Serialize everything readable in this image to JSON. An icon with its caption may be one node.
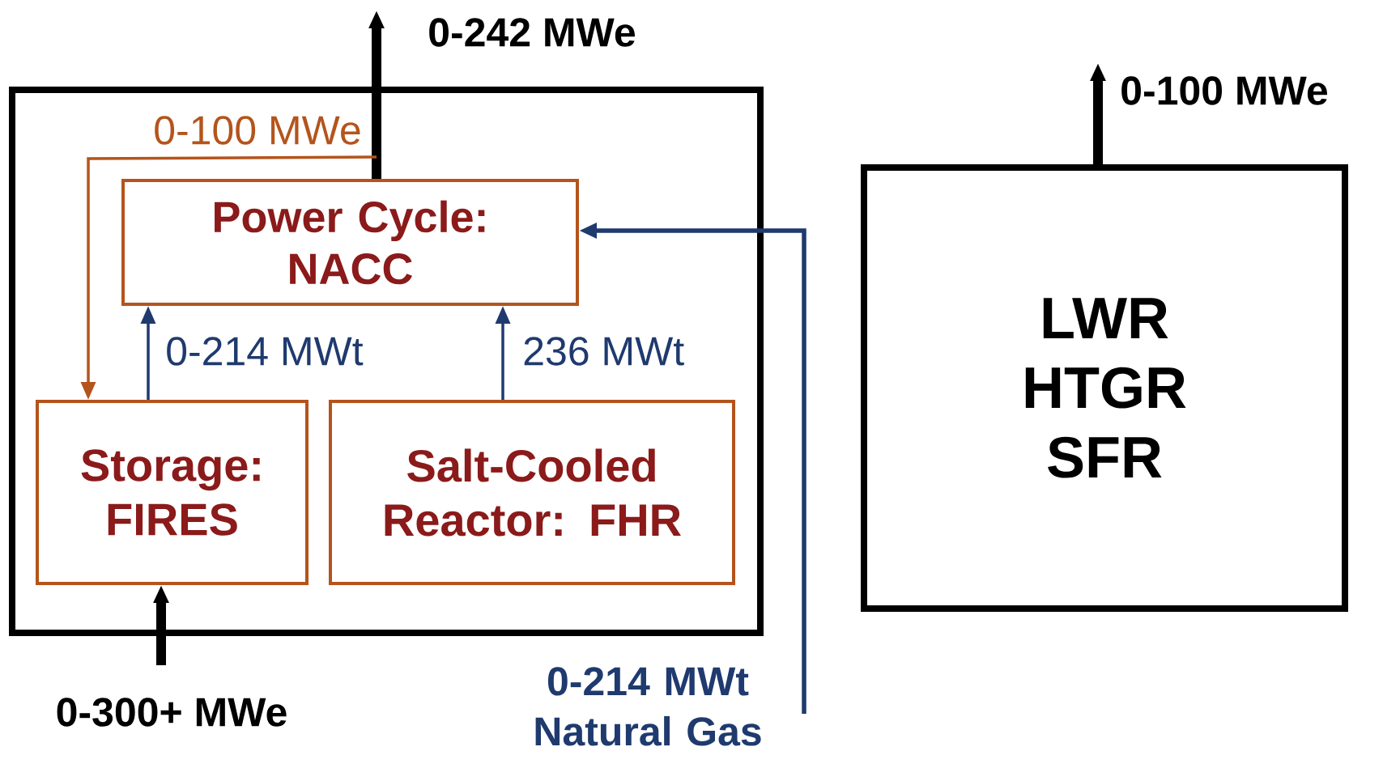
{
  "diagram": {
    "nodes": [
      {
        "text": [],
        "shape": "box"
      },
      {
        "text": [
          "Power Cycle: NACC"
        ],
        "in": 0
      },
      {
        "text": [
          "Storage: FIRES"
        ],
        "in": 0
      },
      {
        "text": [
          "Salt-Cooled Reactor: FHR"
        ],
        "in": 0
      },
      {
        "text": [
          "LWR",
          "HTGR",
          "SFR"
        ]
      }
    ],
    "edges": [
      {
        "from": 1,
        "to": null,
        "arrow": "to",
        "style": "thick",
        "label": "0-242 MWe"
      },
      {
        "from": 1,
        "to": 2,
        "arrow": "to",
        "color": "#b4541c",
        "label": "0-100 MWe"
      },
      {
        "from": 2,
        "to": 1,
        "arrow": "to",
        "color": "#1f3a6e",
        "label": "0-214 MWt"
      },
      {
        "from": 3,
        "to": 1,
        "arrow": "to",
        "color": "#1f3a6e",
        "label": "236 MWt"
      },
      {
        "from": null,
        "to": 1,
        "arrow": "to",
        "color": "#1f3a6e",
        "label": "0-214 MWt Natural Gas"
      },
      {
        "from": 4,
        "to": null,
        "arrow": "to",
        "style": "thick",
        "label": "0-100 MWe"
      },
      {
        "from": null,
        "to": 2,
        "arrow": "to",
        "style": "thick",
        "label": "0-300+ MWe"
      }
    ]
  }
}
